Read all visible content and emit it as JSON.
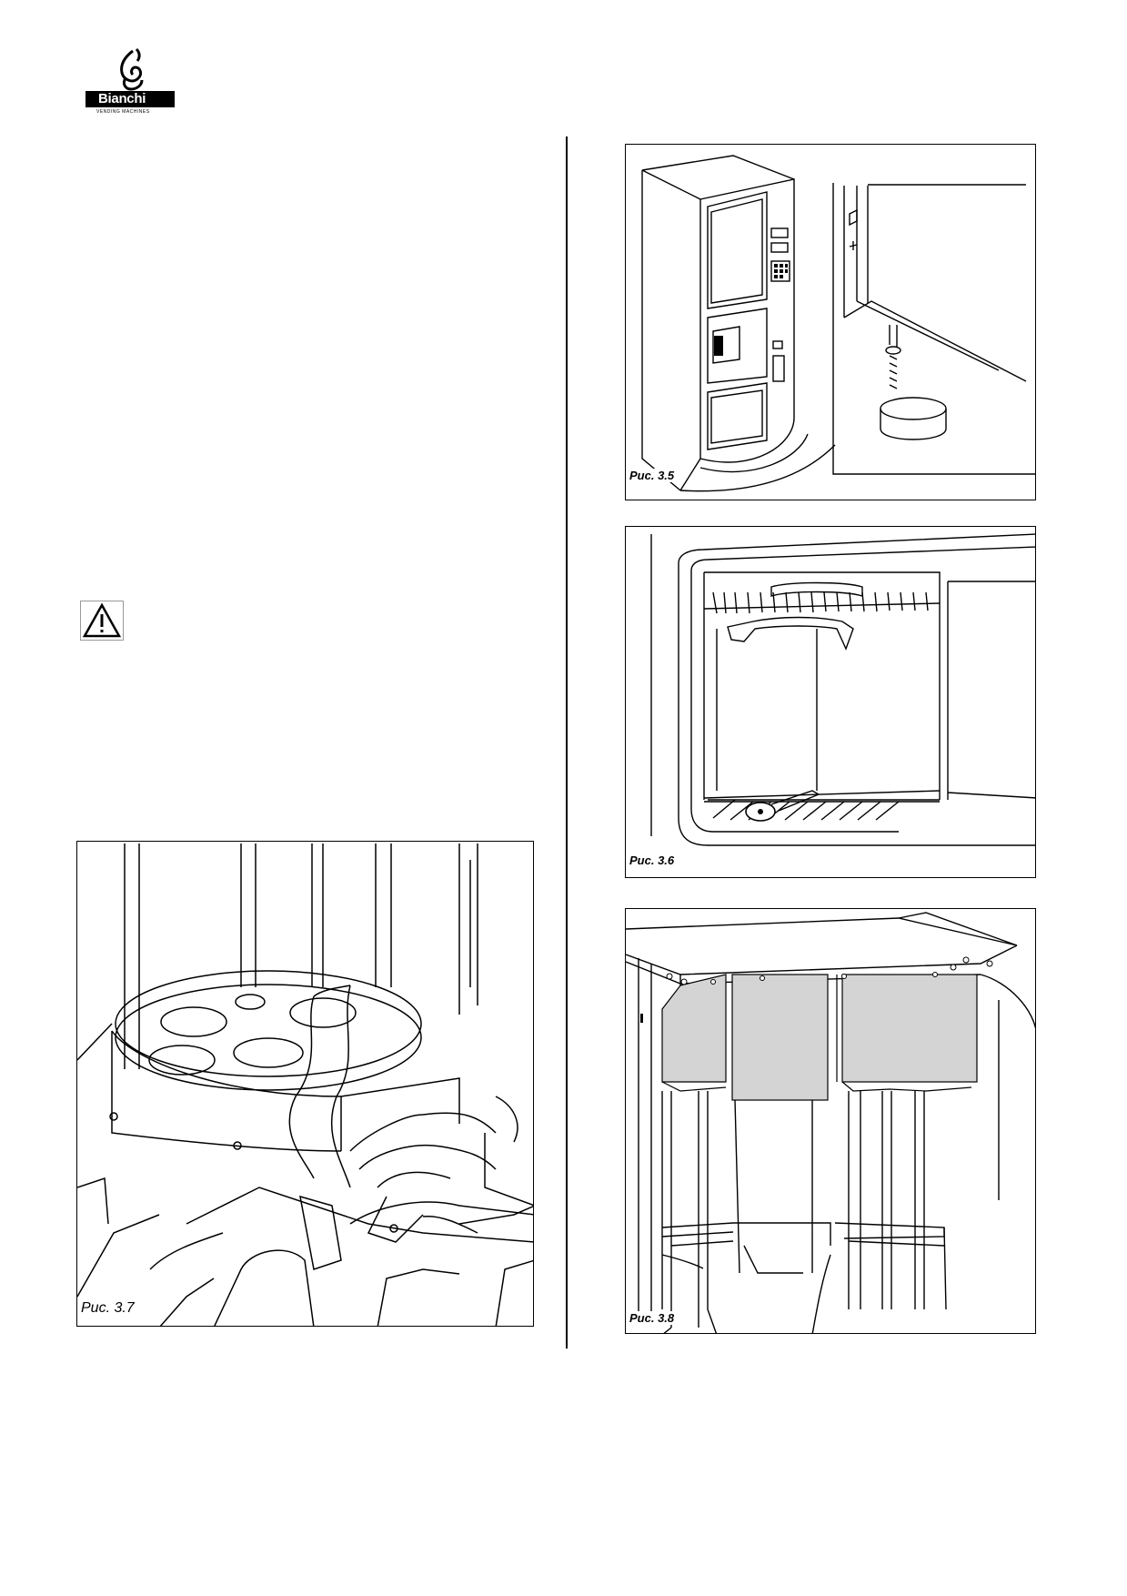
{
  "header": {
    "logo_text": "Bianchi",
    "logo_tagline": "VENDING MACHINES"
  },
  "warning": {
    "icon": "warning-triangle-icon"
  },
  "figures": {
    "fig_3_5": {
      "label": "Рис. 3.5"
    },
    "fig_3_6": {
      "label": "Рис. 3.6"
    },
    "fig_3_7": {
      "label": "Рис. 3.7"
    },
    "fig_3_8": {
      "label": "Рис. 3.8"
    }
  }
}
